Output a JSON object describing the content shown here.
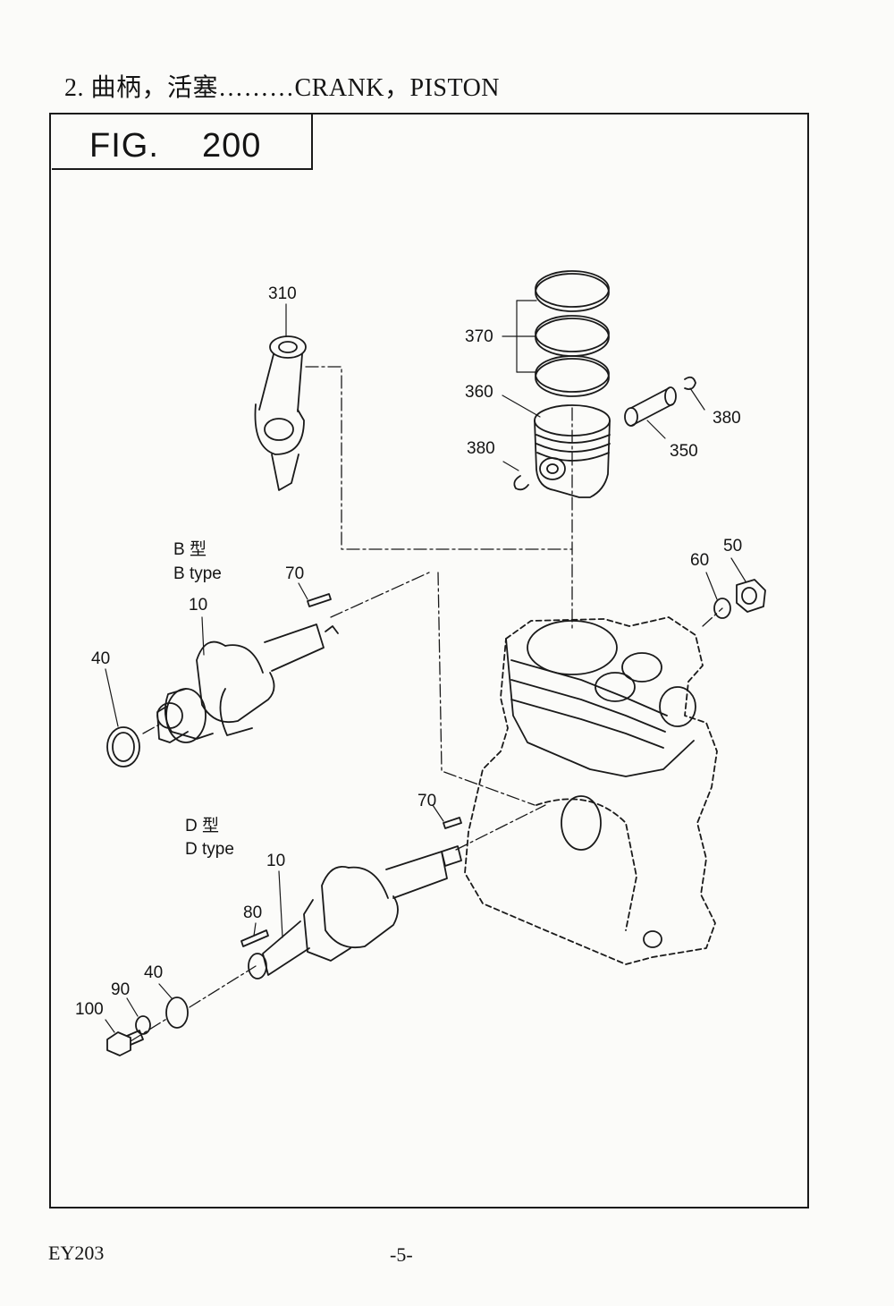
{
  "header": {
    "title": "2. 曲柄，活塞………CRANK，PISTON"
  },
  "figure": {
    "label": "FIG.",
    "number": "200"
  },
  "types": {
    "b": {
      "cn": "B 型",
      "en": "B type"
    },
    "d": {
      "cn": "D  型",
      "en": "D type"
    }
  },
  "callouts": [
    "310",
    "370",
    "360",
    "380",
    "380",
    "350",
    "50",
    "60",
    "70",
    "10",
    "40",
    "70",
    "10",
    "80",
    "40",
    "90",
    "100"
  ],
  "footer": {
    "model": "EY203",
    "page": "-5-"
  }
}
